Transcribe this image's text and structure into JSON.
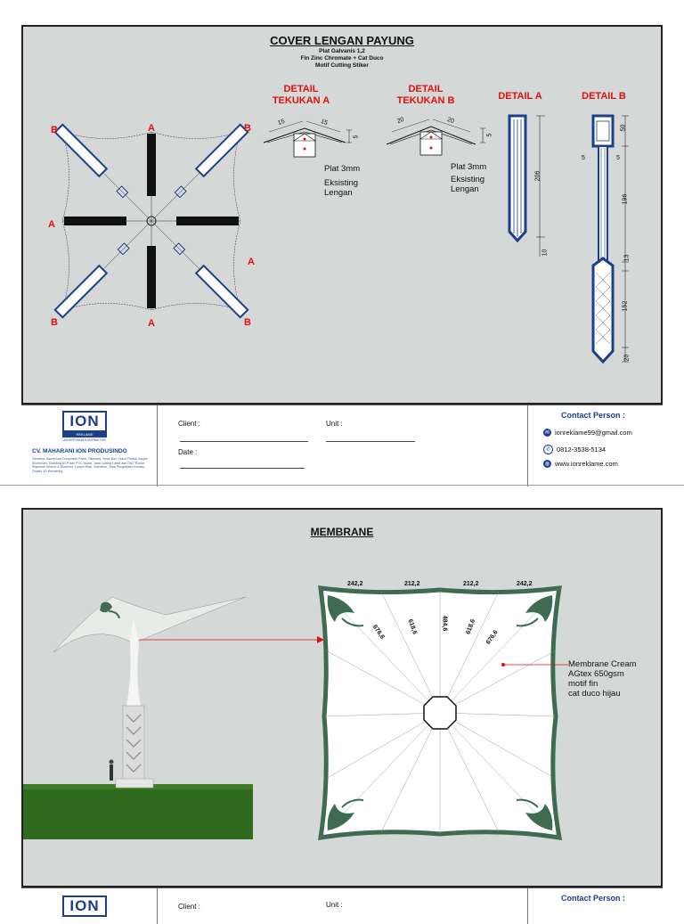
{
  "sheet1": {
    "title": "COVER LENGAN PAYUNG",
    "spec": [
      "Plat Galvanis 1,2",
      "Fin Zinc Chromate + Cat Duco",
      "Motif Cutting Stiker"
    ],
    "labels": {
      "a": "A",
      "b": "B"
    },
    "detail_tekukan_a": [
      "DETAIL",
      "TEKUKAN A"
    ],
    "detail_tekukan_b": [
      "DETAIL",
      "TEKUKAN B"
    ],
    "detail_a": "DETAIL A",
    "detail_b": "DETAIL B",
    "tekukan_a_dims": [
      "15",
      "15",
      "5"
    ],
    "tekukan_b_dims": [
      "20",
      "20",
      "5"
    ],
    "plate_label": "Plat 3mm",
    "existing_label": [
      "Eksisting",
      "Lengan"
    ],
    "detail_a_dims": [
      "206",
      "10"
    ],
    "detail_b_dims": [
      "50",
      "5",
      "5",
      "196",
      "13",
      "152",
      "20"
    ]
  },
  "sheet2": {
    "title": "MEMBRANE",
    "edge_dims": [
      "242,2",
      "212,2",
      "212,2",
      "242,2"
    ],
    "ray_dims": [
      "676,6",
      "618,6",
      "484,6",
      "618,6",
      "676,6"
    ],
    "note": [
      "Membrane Cream",
      "AGtex 650gsm",
      "motif fin",
      "cat duco hijau"
    ]
  },
  "footer": {
    "logo_text": "ION",
    "logo_sub": "REKLAME",
    "logo_tag": "ADVERTISING KONTRAKTOR",
    "company": "CV. MAHARANI ION PRODUSINDO",
    "company_desc": "Neonbox, Aluminium Composite Panel, Billboard, Neon Box, Huruf Timbul, Acrylic Aluminium, Cladding ACP dan PVC Board, Jasa Cutting Laser dan CNC Router, Shipment Interior & Eksterior, Lampu Hias, Videotron, Jasa Pengerjaan Konsep Desain 3D Rendering",
    "client_label": "Client :",
    "unit_label": "Unit :",
    "date_label": "Date :",
    "contact_title": "Contact Person :",
    "email": "ionreklame99@gmail.com",
    "phone": "0812-3538-5134",
    "web": "www.ionreklame.com"
  },
  "colors": {
    "panel": "#d4d8d6",
    "red": "#e01010",
    "navy": "#1c3f8c",
    "green": "#3e6b52"
  }
}
